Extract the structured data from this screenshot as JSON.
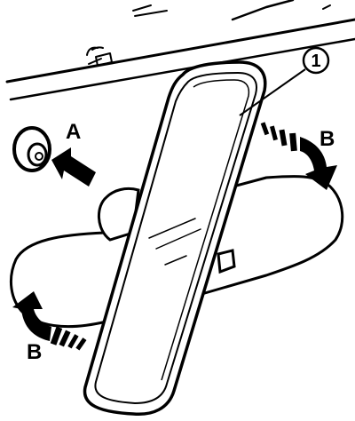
{
  "labels": {
    "callout": "1",
    "a": "A",
    "b_right": "B",
    "b_left": "B"
  },
  "colors": {
    "ink": "#000000",
    "paper": "#ffffff"
  }
}
